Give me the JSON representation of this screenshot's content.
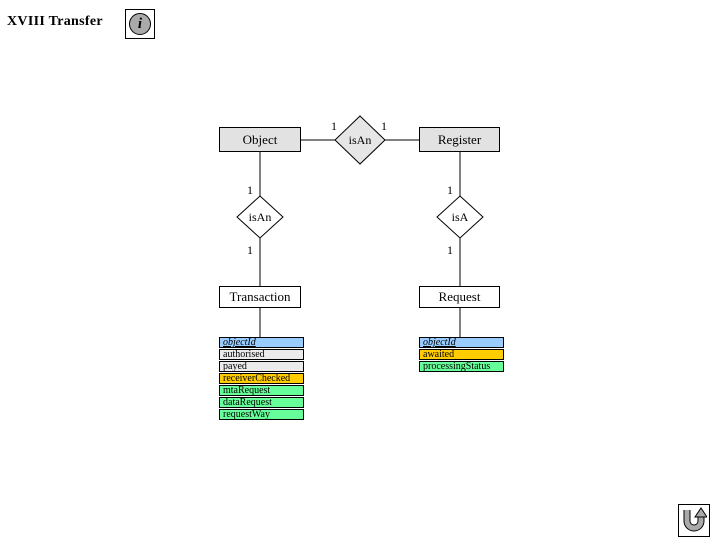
{
  "header": {
    "title": "XVIII Transfer",
    "info_glyph": "i"
  },
  "diagram": {
    "entities": {
      "object": {
        "label": "Object",
        "fill": "#e2e2e2"
      },
      "register": {
        "label": "Register",
        "fill": "#e2e2e2"
      },
      "transaction": {
        "label": "Transaction",
        "fill": "#ffffff"
      },
      "request": {
        "label": "Request",
        "fill": "#ffffff"
      }
    },
    "relationships": {
      "top": {
        "label": "isAn",
        "fill": "#e6e6e6",
        "card_left": "1",
        "card_right": "1"
      },
      "left": {
        "label": "isAn",
        "fill": "#ffffff",
        "card_top": "1",
        "card_bottom": "1"
      },
      "right": {
        "label": "isA",
        "fill": "#ffffff",
        "card_top": "1",
        "card_bottom": "1"
      }
    },
    "transaction_attributes": [
      {
        "name": "objectId",
        "color": "#99ccff",
        "is_key": true
      },
      {
        "name": "authorised",
        "color": "#ebebeb",
        "is_key": false
      },
      {
        "name": "payed",
        "color": "#ebebeb",
        "is_key": false
      },
      {
        "name": "receiverChecked",
        "color": "#ffcc00",
        "is_key": false
      },
      {
        "name": "mtaRequest",
        "color": "#66ff99",
        "is_key": false
      },
      {
        "name": "dataRequest",
        "color": "#66ff99",
        "is_key": false
      },
      {
        "name": "requestWay",
        "color": "#66ff99",
        "is_key": false
      }
    ],
    "request_attributes": [
      {
        "name": "objectId",
        "color": "#99ccff",
        "is_key": true
      },
      {
        "name": "awaited",
        "color": "#ffcc00",
        "is_key": false
      },
      {
        "name": "processingStatus",
        "color": "#66ff99",
        "is_key": false
      }
    ]
  },
  "colors": {
    "key_attribute": "#99ccff",
    "plain_attribute": "#ebebeb",
    "highlight_attribute": "#ffcc00",
    "green_attribute": "#66ff99",
    "entity_fill": "#e2e2e2",
    "icon_gray": "#aaaaaa"
  }
}
